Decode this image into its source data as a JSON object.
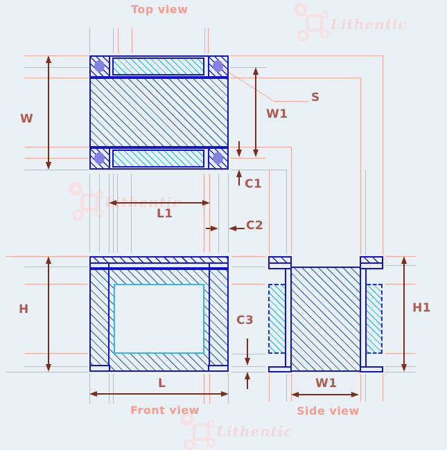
{
  "views": {
    "top": {
      "title": "Top view"
    },
    "front": {
      "title": "Front view"
    },
    "side": {
      "title": "Side view"
    }
  },
  "dimensions": {
    "W": "W",
    "W1": "W1",
    "S": "S",
    "C1": "C1",
    "C2": "C2",
    "C3": "C3",
    "L1": "L1",
    "L": "L",
    "H": "H",
    "H1": "H1"
  },
  "watermark": {
    "brand": "Lithentic"
  },
  "colors": {
    "background": "#e9f1f7",
    "outline_blue": "#1212cf",
    "hatch_steel": "#4a7aab",
    "hatch_navy": "#2424cd",
    "hatch_cyan": "#38c4e9",
    "window_border": "#35b8e8",
    "pin_fill": "#8282e2",
    "extension_line": "#f5a896",
    "dimension_arrow": "#7c2d1c",
    "dimension_label": "#ab5a4b",
    "view_title": "#f89b8b",
    "watermark_pink": "#f3d8d8"
  }
}
